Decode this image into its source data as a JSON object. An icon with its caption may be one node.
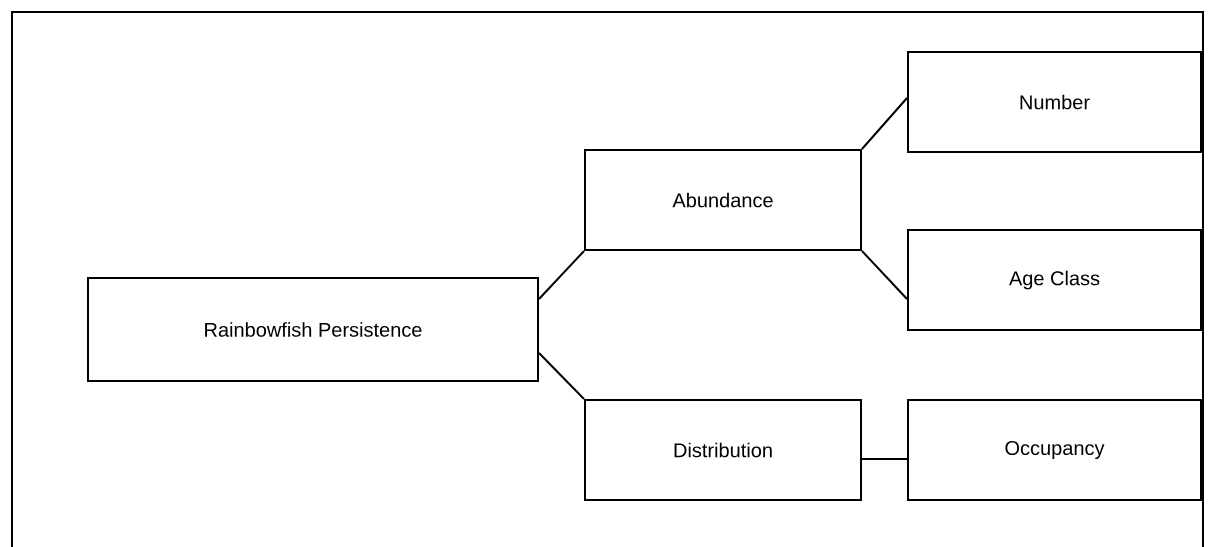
{
  "diagram": {
    "nodes": [
      {
        "text": [
          "Rainbowfish Persistence"
        ]
      },
      {
        "text": [
          "Abundance"
        ]
      },
      {
        "text": [
          "Number"
        ]
      },
      {
        "text": [
          "Age Class"
        ]
      },
      {
        "text": [
          "Distribution"
        ]
      },
      {
        "text": [
          "Occupancy"
        ]
      }
    ],
    "edges": [
      {
        "from": 0,
        "to": 1,
        "arrow": "none"
      },
      {
        "from": 0,
        "to": 4,
        "arrow": "none"
      },
      {
        "from": 1,
        "to": 2,
        "arrow": "none"
      },
      {
        "from": 1,
        "to": 3,
        "arrow": "none"
      },
      {
        "from": 4,
        "to": 5,
        "arrow": "none"
      }
    ]
  }
}
